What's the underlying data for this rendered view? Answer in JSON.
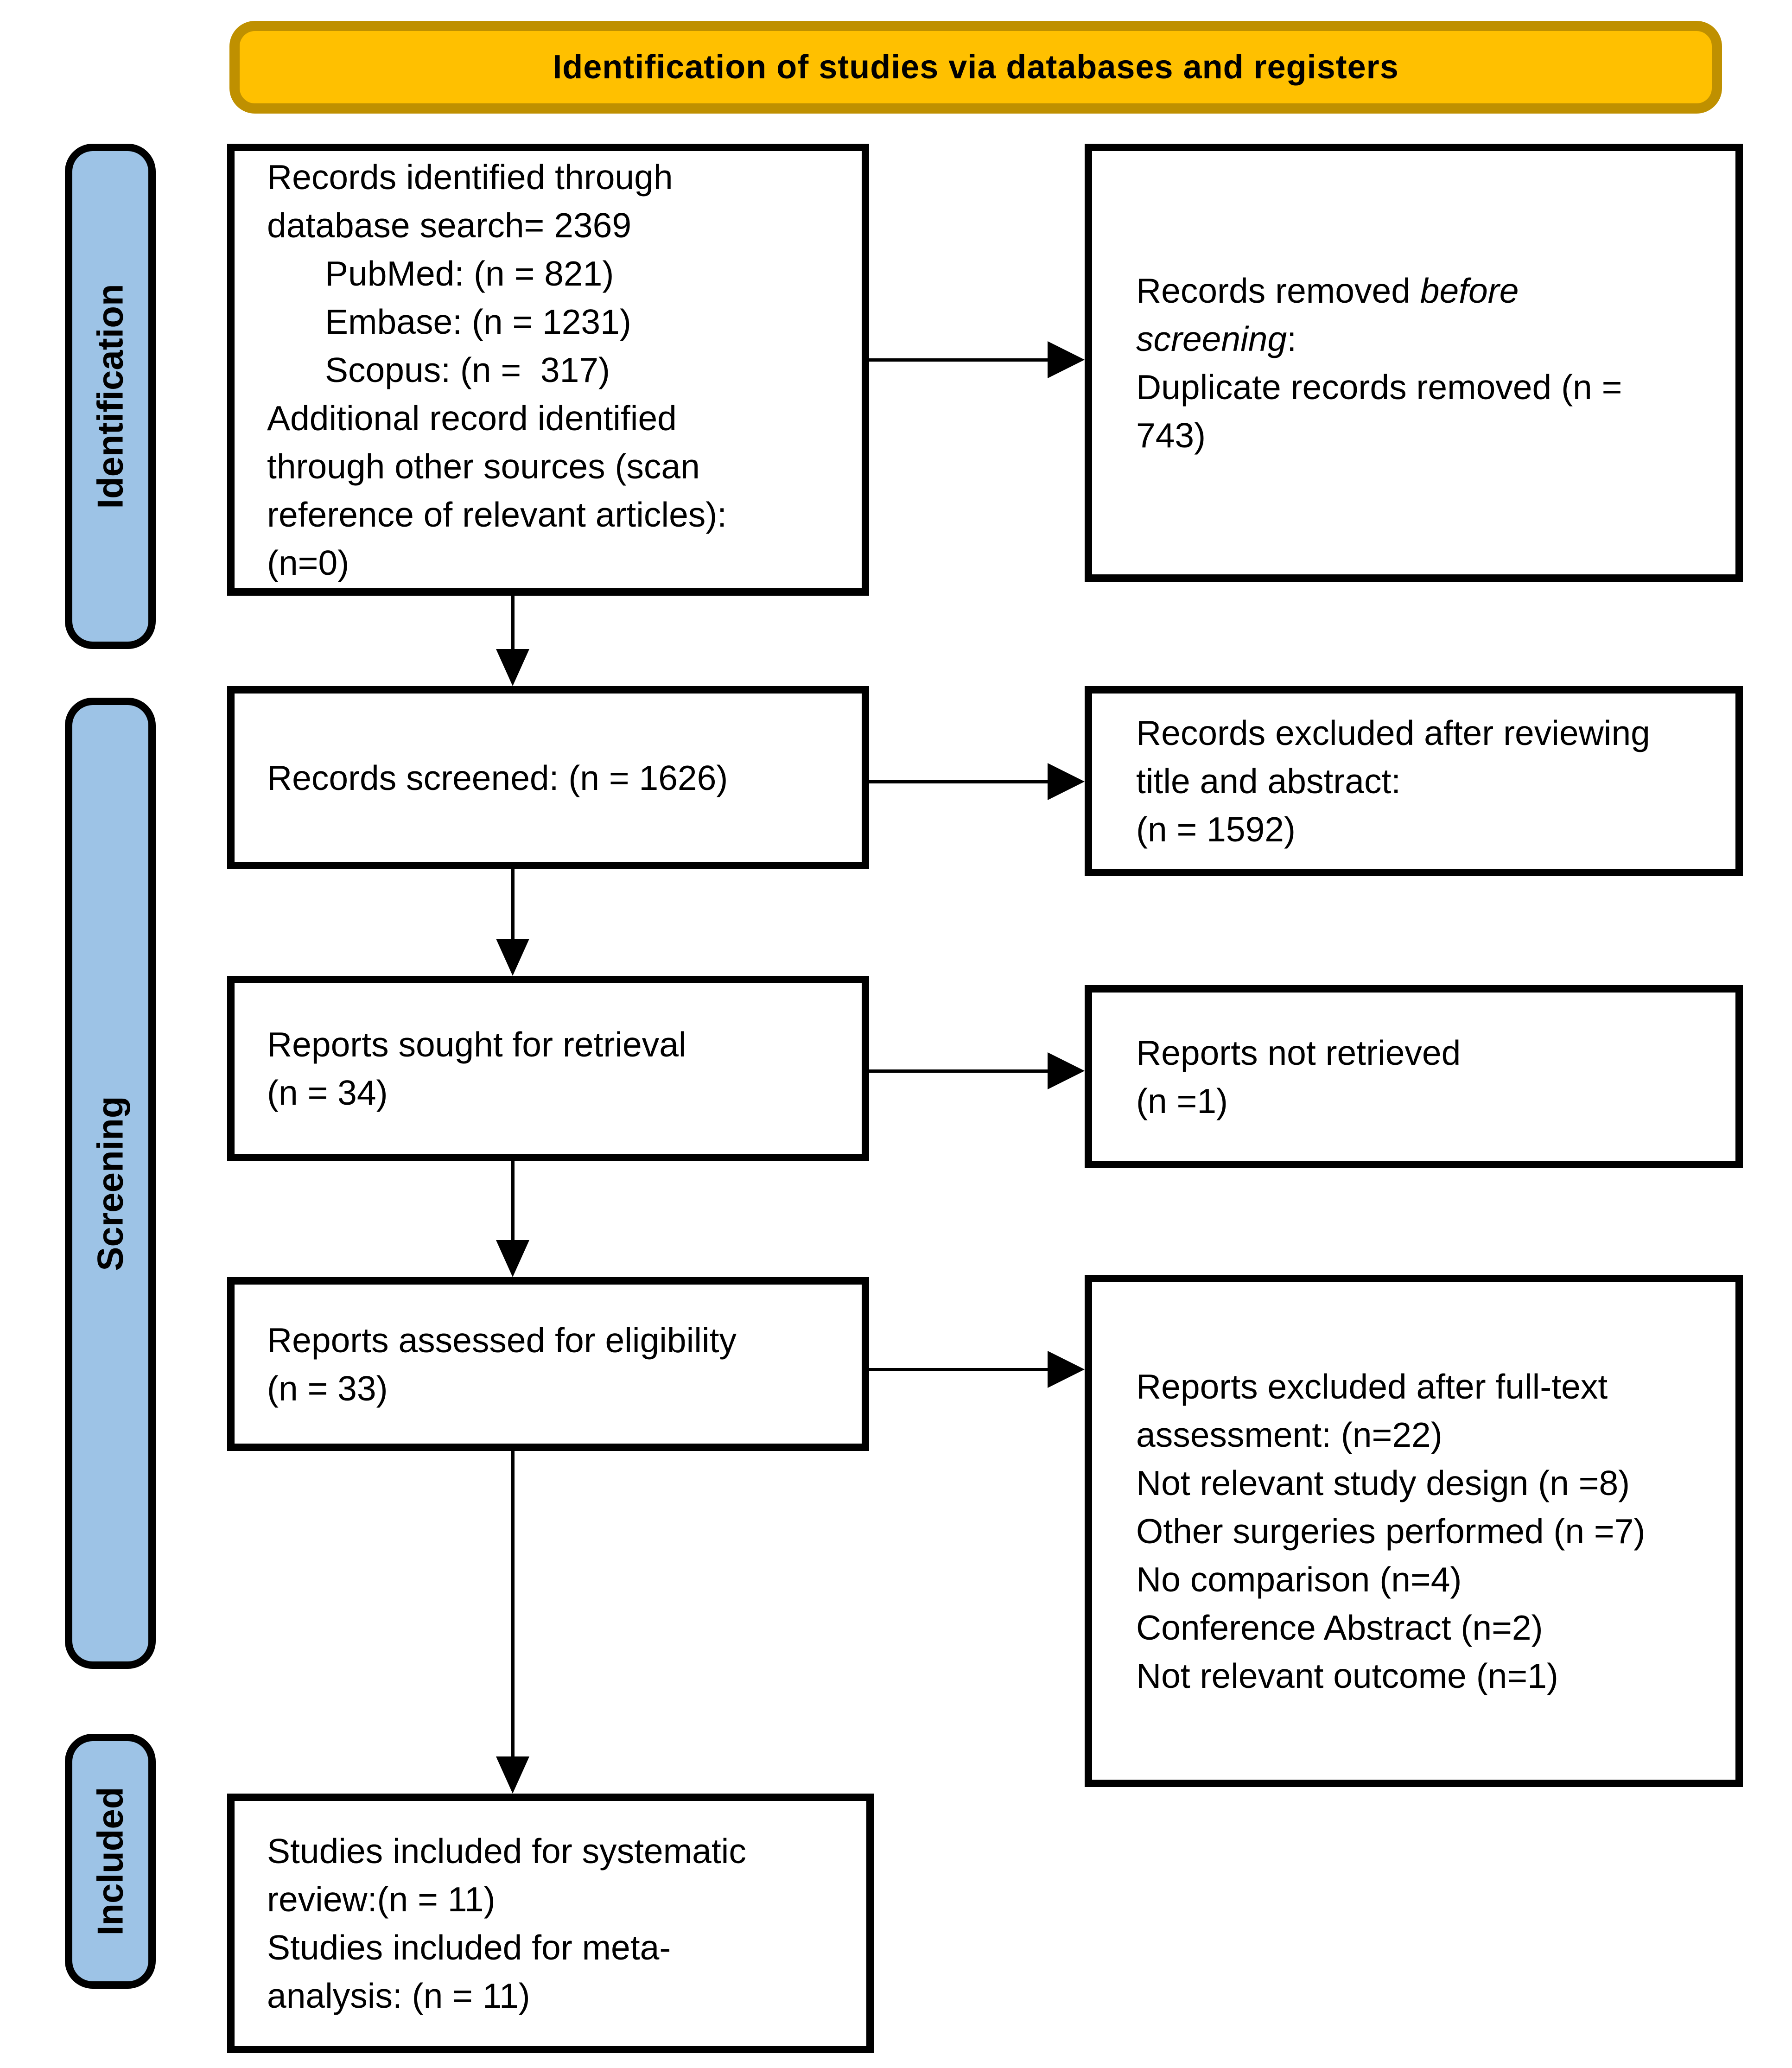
{
  "banner": {
    "title": "Identification of studies via databases and registers"
  },
  "colors": {
    "banner_fill": "#FFC000",
    "banner_border": "#BF9000",
    "stage_fill": "#9DC3E6",
    "stage_border": "#000000",
    "box_border": "#000000",
    "text": "#000000"
  },
  "stages": [
    {
      "label": "Identification"
    },
    {
      "label": "Screening"
    },
    {
      "label": "Included"
    }
  ],
  "boxes": {
    "identified": {
      "text": "Records identified through\ndatabase search= 2369\n      PubMed: (n = 821)\n      Embase: (n = 1231)\n      Scopus: (n =  317)\nAdditional record identified\nthrough other sources (scan\nreference of relevant articles):\n(n=0)"
    },
    "removed_before_screening": {
      "prefix": "Records removed ",
      "italic": "before\nscreening",
      "suffix": ":\nDuplicate records removed (n =\n743)"
    },
    "screened": {
      "text": "Records screened: (n = 1626)"
    },
    "excluded_title_abstract": {
      "text": "Records excluded after reviewing\ntitle and abstract:\n(n = 1592)"
    },
    "sought": {
      "text": "Reports sought for retrieval\n(n = 34)"
    },
    "not_retrieved": {
      "text": "Reports not retrieved\n(n =1)"
    },
    "assessed": {
      "text": "Reports assessed for eligibility\n(n = 33)"
    },
    "excluded_full_text": {
      "text": "Reports excluded after full-text\nassessment: (n=22)\nNot relevant study design (n =8)\nOther surgeries performed (n =7)\nNo comparison (n=4)\nConference Abstract (n=2)\nNot relevant outcome (n=1)"
    },
    "included": {
      "text": "Studies included for systematic\nreview:(n = 11)\nStudies included for meta-\nanalysis: (n = 11)"
    }
  }
}
